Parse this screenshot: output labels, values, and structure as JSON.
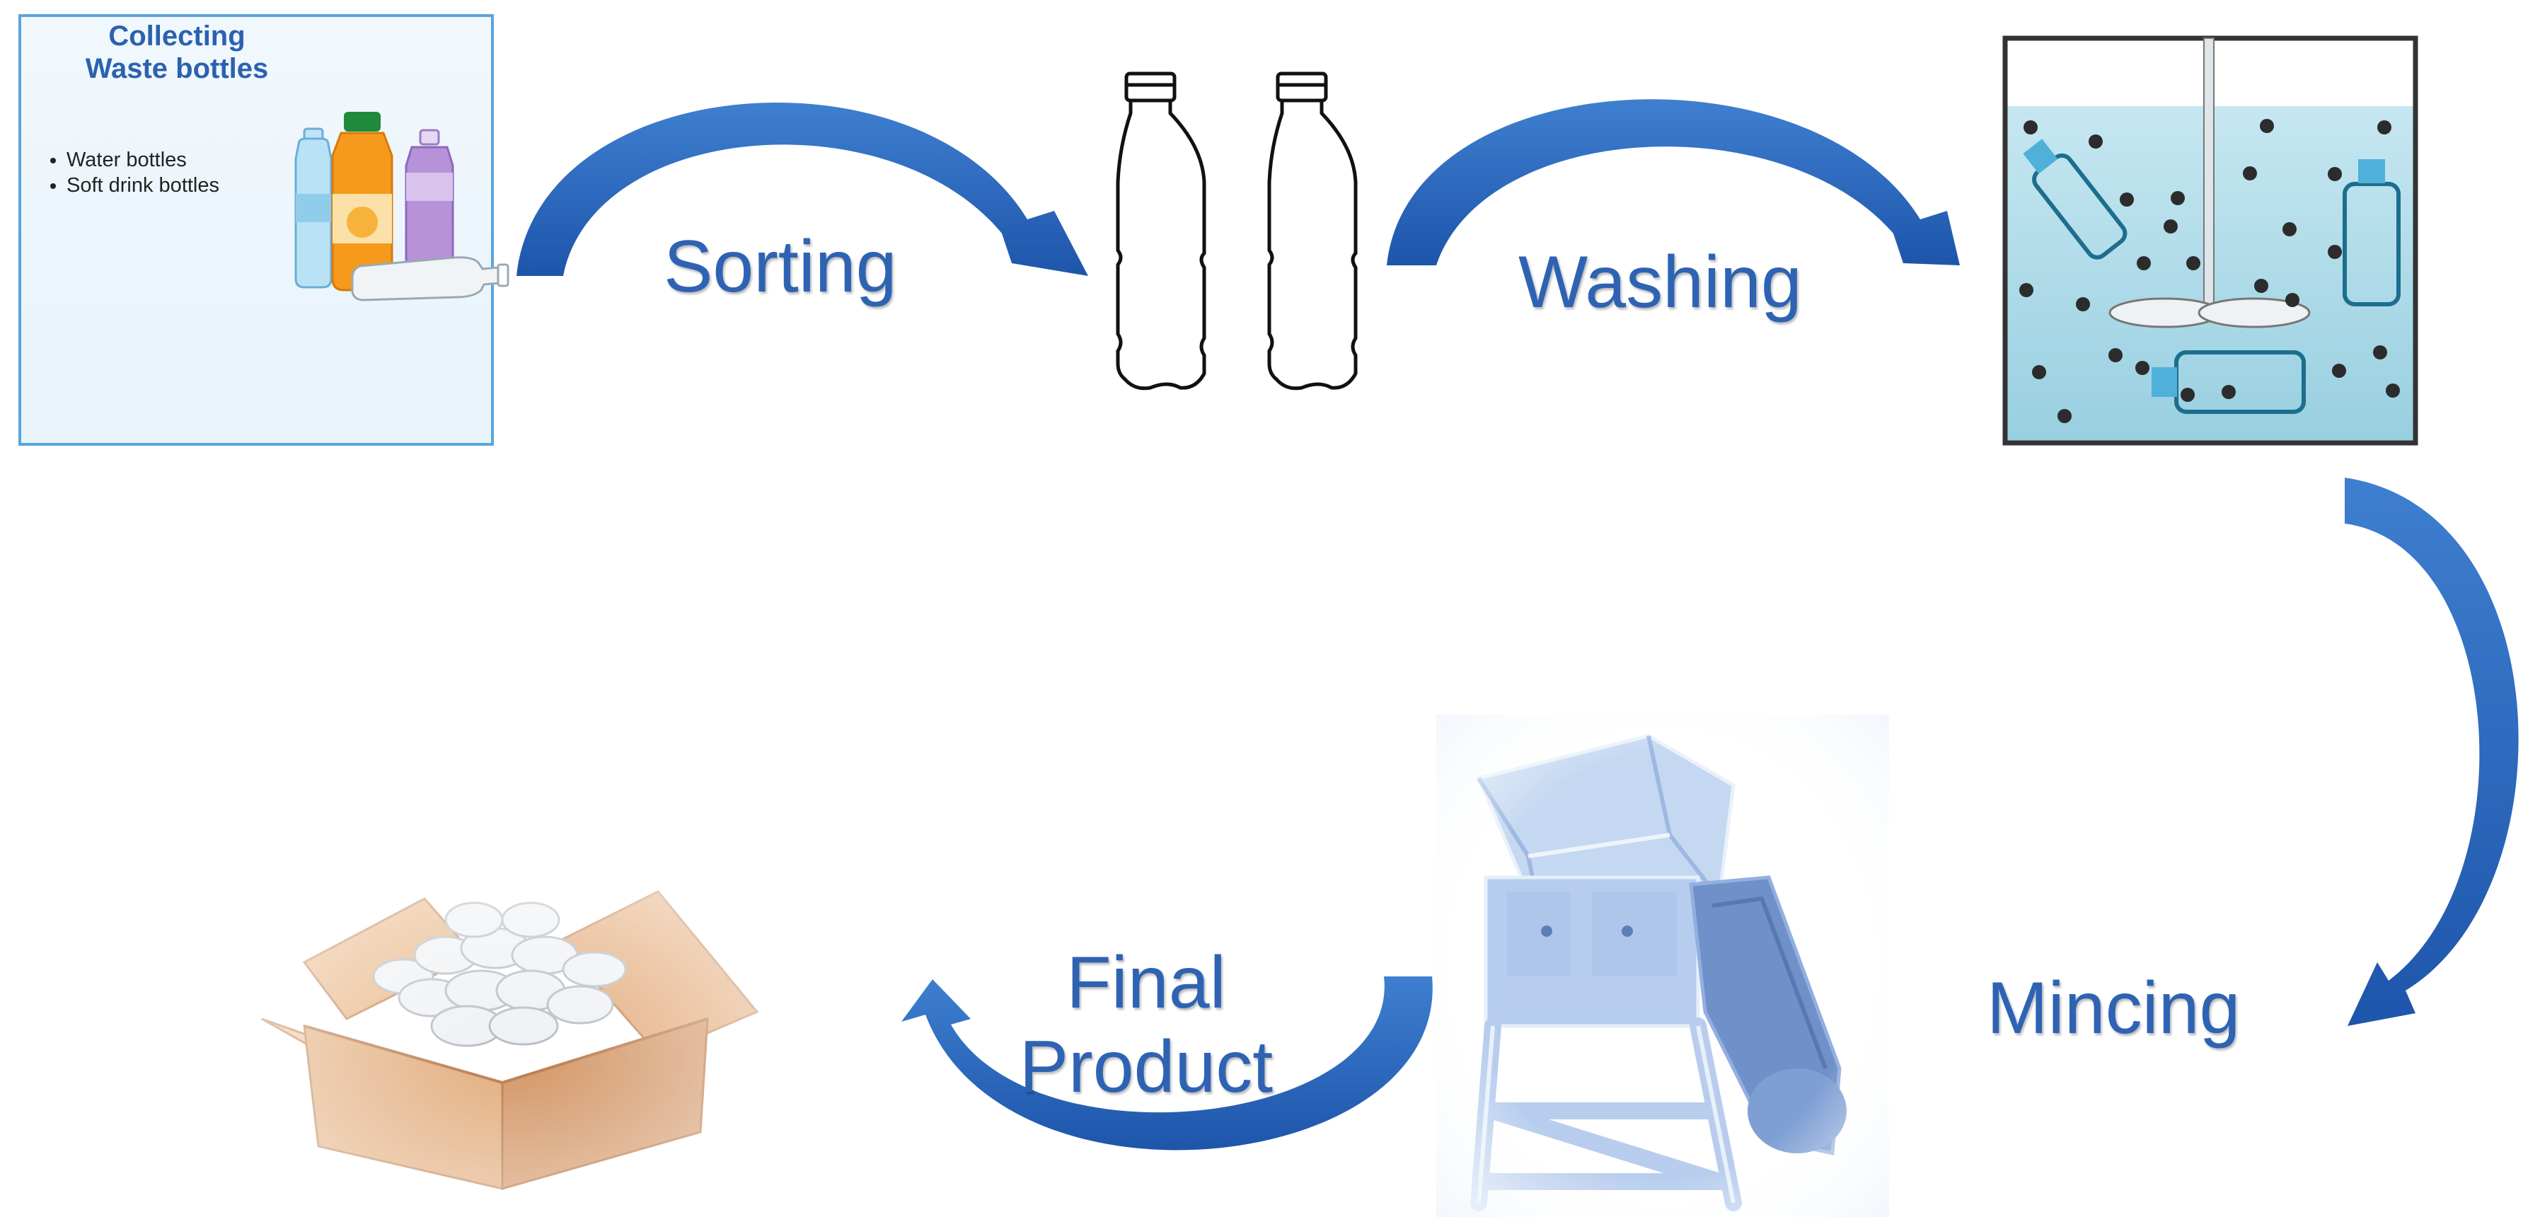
{
  "collecting": {
    "title_line1": "Collecting",
    "title_line2": "Waste bottles",
    "items": [
      "Water bottles",
      "Soft drink bottles"
    ]
  },
  "steps": {
    "sorting": "Sorting",
    "washing": "Washing",
    "mincing": "Mincing",
    "final_line1": "Final",
    "final_line2": "Product"
  },
  "colors": {
    "arrow": "#2560b5",
    "label": "#2e63b3",
    "card_border": "#5aa4dc",
    "tank_water": "#a8d8e8",
    "box": "#d9a070",
    "shredder": "#a7c3ea"
  },
  "icons": {
    "collecting": "waste-bottles-icon",
    "sorting": "bottle-outline-icon",
    "washing": "washing-tank-icon",
    "mincing": "shredder-machine-icon",
    "final": "box-with-flakes-icon"
  }
}
